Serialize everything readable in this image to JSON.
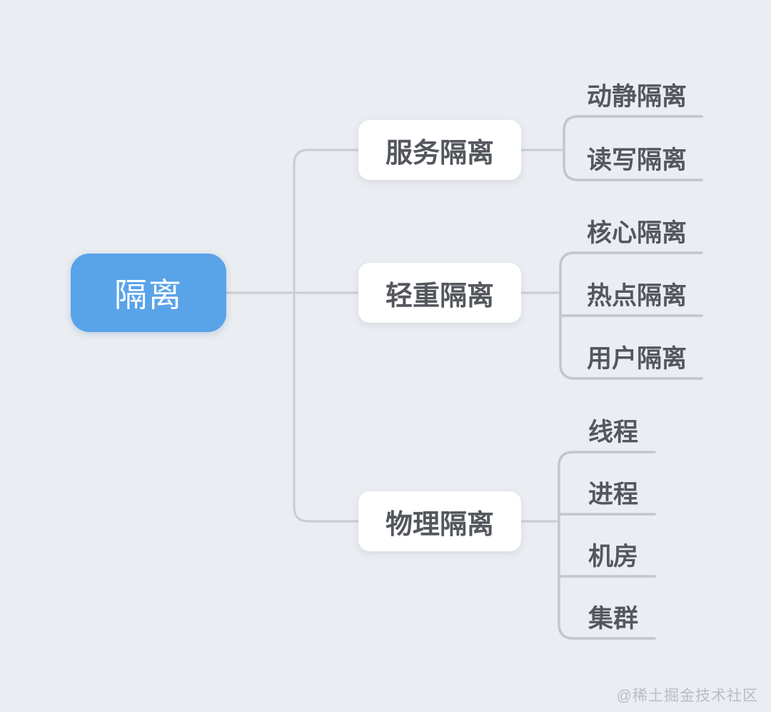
{
  "diagram": {
    "type": "mindmap",
    "root": {
      "label": "隔离",
      "children": [
        {
          "label": "服务隔离",
          "children": [
            {
              "label": "动静隔离"
            },
            {
              "label": "读写隔离"
            }
          ]
        },
        {
          "label": "轻重隔离",
          "children": [
            {
              "label": "核心隔离"
            },
            {
              "label": "热点隔离"
            },
            {
              "label": "用户隔离"
            }
          ]
        },
        {
          "label": "物理隔离",
          "children": [
            {
              "label": "线程"
            },
            {
              "label": "进程"
            },
            {
              "label": "机房"
            },
            {
              "label": "集群"
            }
          ]
        }
      ]
    },
    "colors": {
      "background": "#EAEDF1",
      "root_fill": "#59A3E9",
      "root_text": "#FFFFFF",
      "node_fill": "#FFFFFF",
      "node_text": "#54575D",
      "connector": "#C9CDD3",
      "underline": "#C2C7CD",
      "watermark": "#B7BDC7"
    }
  },
  "watermark": {
    "text": "@稀土掘金技术社区"
  }
}
